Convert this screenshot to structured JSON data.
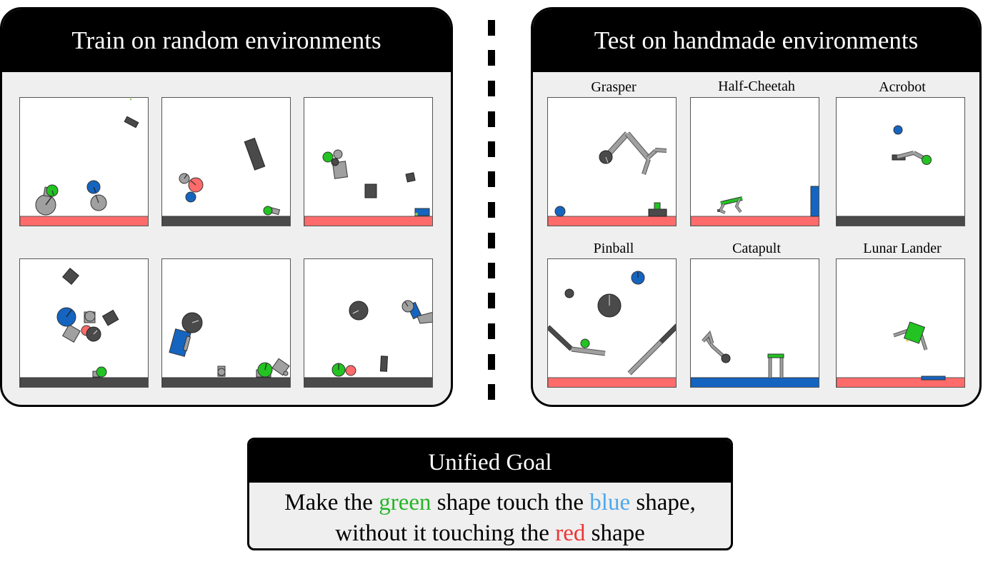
{
  "train": {
    "title": "Train on random environments"
  },
  "test": {
    "title": "Test on handmade environments",
    "envs": [
      {
        "title": "Grasper"
      },
      {
        "title": "Half-Cheetah"
      },
      {
        "title": "Acrobot"
      },
      {
        "title": "Pinball"
      },
      {
        "title": "Catapult"
      },
      {
        "title": "Lunar Lander"
      }
    ]
  },
  "goal": {
    "title": "Unified Goal",
    "line1": {
      "pre": "Make the ",
      "green": "green",
      "mid": " shape touch the ",
      "blue": "blue",
      "post": " shape,"
    },
    "line2": {
      "pre": "without it touching the ",
      "red": "red",
      "post": " shape"
    }
  },
  "colors": {
    "green": "#22c322",
    "blue": "#1565c0",
    "red": "#ff6b6b",
    "dark": "#4a4a4a",
    "gray": "#a0a0a0",
    "panel_bg": "#efefef"
  }
}
